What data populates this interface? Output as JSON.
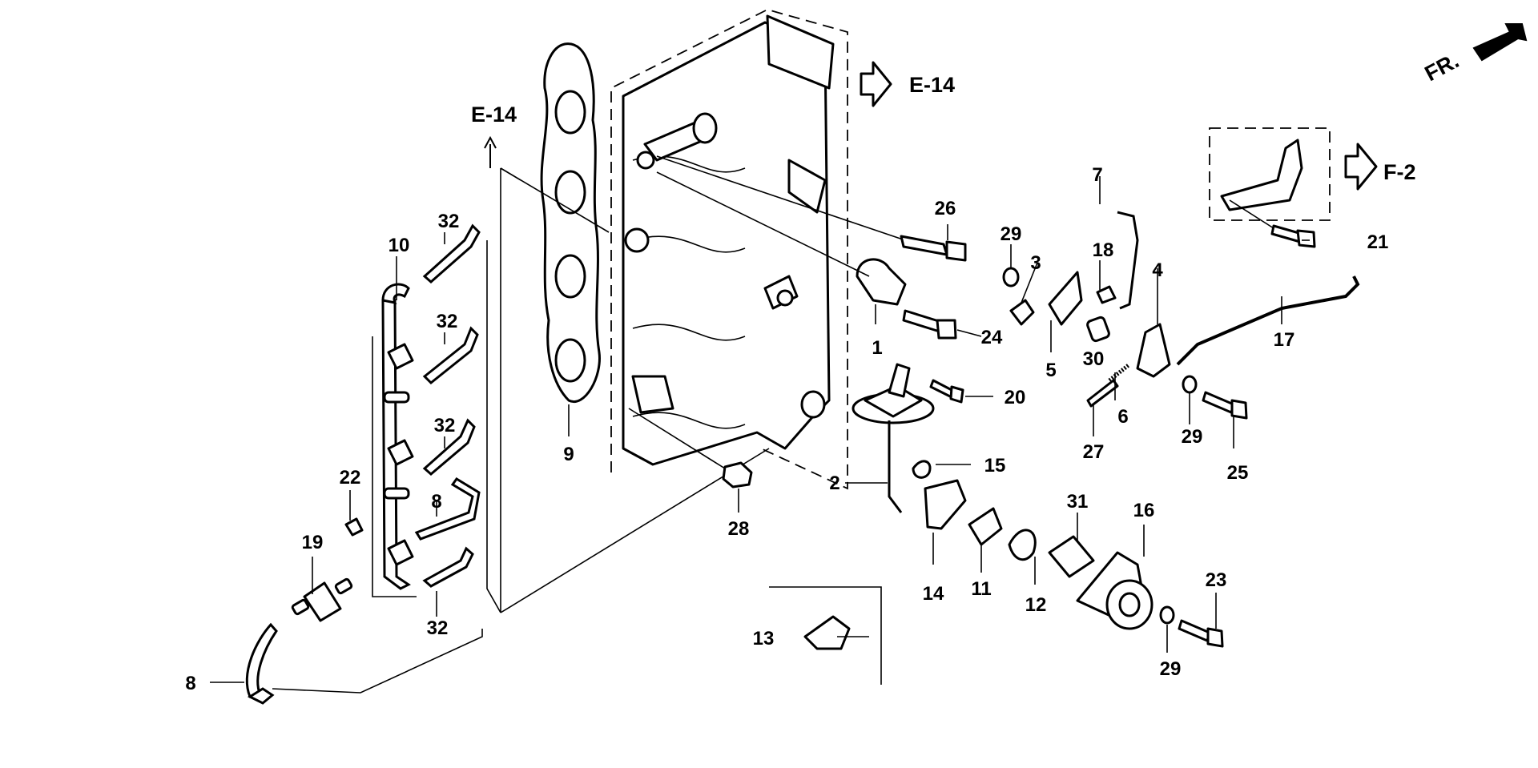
{
  "callouts": [
    {
      "id": "p1",
      "text": "1"
    },
    {
      "id": "p2",
      "text": "2"
    },
    {
      "id": "p3",
      "text": "3"
    },
    {
      "id": "p4",
      "text": "4"
    },
    {
      "id": "p5",
      "text": "5"
    },
    {
      "id": "p6",
      "text": "6"
    },
    {
      "id": "p7",
      "text": "7"
    },
    {
      "id": "p8a",
      "text": "8"
    },
    {
      "id": "p8b",
      "text": "8"
    },
    {
      "id": "p9",
      "text": "9"
    },
    {
      "id": "p10",
      "text": "10"
    },
    {
      "id": "p11",
      "text": "11"
    },
    {
      "id": "p12",
      "text": "12"
    },
    {
      "id": "p13",
      "text": "13"
    },
    {
      "id": "p14",
      "text": "14"
    },
    {
      "id": "p15",
      "text": "15"
    },
    {
      "id": "p16",
      "text": "16"
    },
    {
      "id": "p17",
      "text": "17"
    },
    {
      "id": "p18",
      "text": "18"
    },
    {
      "id": "p19",
      "text": "19"
    },
    {
      "id": "p20",
      "text": "20"
    },
    {
      "id": "p21",
      "text": "21"
    },
    {
      "id": "p22",
      "text": "22"
    },
    {
      "id": "p23",
      "text": "23"
    },
    {
      "id": "p24",
      "text": "24"
    },
    {
      "id": "p25",
      "text": "25"
    },
    {
      "id": "p26",
      "text": "26"
    },
    {
      "id": "p27",
      "text": "27"
    },
    {
      "id": "p28",
      "text": "28"
    },
    {
      "id": "p29a",
      "text": "29"
    },
    {
      "id": "p29b",
      "text": "29"
    },
    {
      "id": "p29c",
      "text": "29"
    },
    {
      "id": "p30",
      "text": "30"
    },
    {
      "id": "p31",
      "text": "31"
    },
    {
      "id": "p32a",
      "text": "32"
    },
    {
      "id": "p32b",
      "text": "32"
    },
    {
      "id": "p32c",
      "text": "32"
    },
    {
      "id": "p32d",
      "text": "32"
    }
  ],
  "refs": {
    "e14_top": "E-14",
    "e14_left": "E-14",
    "f2": "F-2",
    "front": "FR."
  },
  "colors": {
    "ink": "#000000",
    "paper": "#ffffff"
  }
}
